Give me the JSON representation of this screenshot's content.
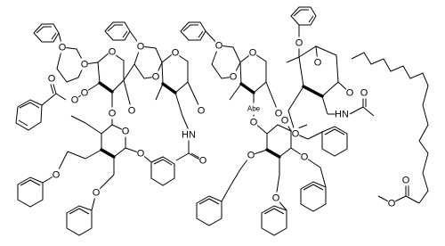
{
  "image": {
    "type": "chemical structure drawing",
    "colors": {
      "background": "#ffffff",
      "ink": "#000000"
    }
  },
  "atom_labels": {
    "oxygen": "O",
    "nitrogen_h": "HN",
    "abe": "Abe"
  },
  "glyphs": [
    "O",
    "O",
    "O",
    "O",
    "O",
    "O",
    "O",
    "O",
    "O",
    "O",
    "O",
    "O",
    "O",
    "O",
    "O",
    "O",
    "O",
    "O",
    "O",
    "O",
    "O",
    "O",
    "O",
    "O",
    "O",
    "O",
    "O",
    "O",
    "O",
    "O",
    "O",
    "O",
    "O"
  ]
}
